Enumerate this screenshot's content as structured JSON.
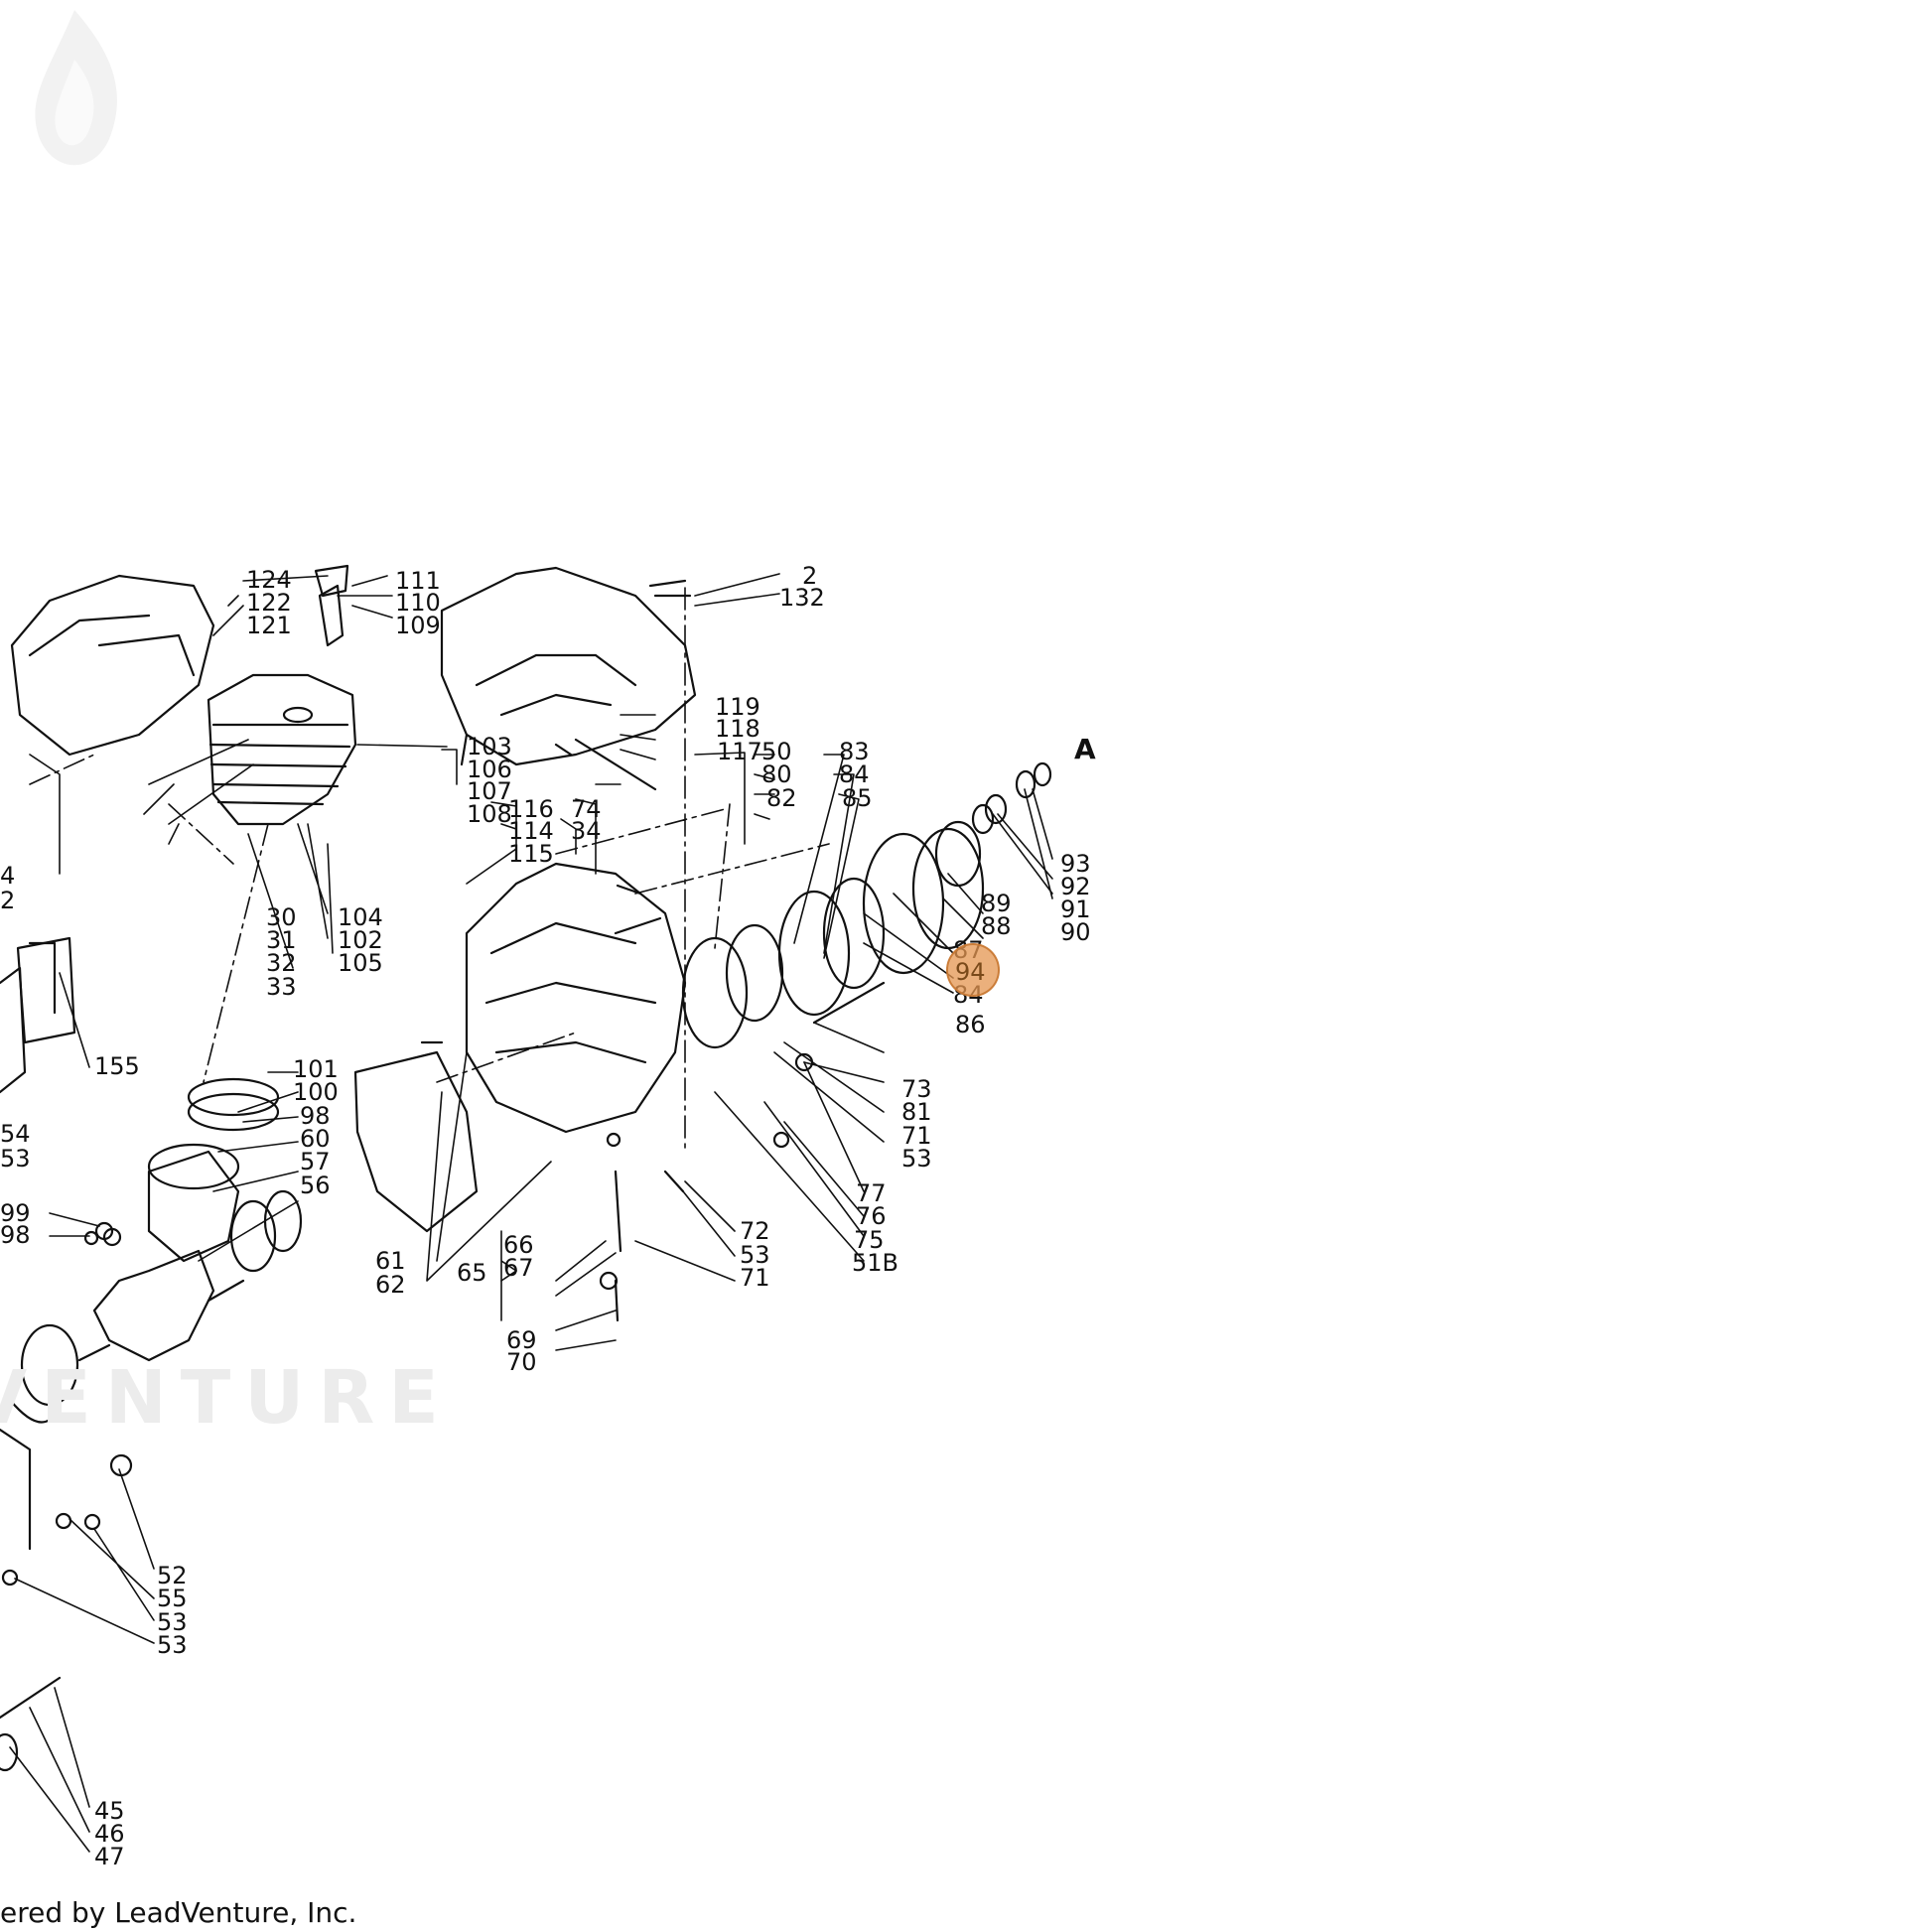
{
  "diagram": {
    "callout_letter": "A",
    "highlighted_part": "94",
    "watermark_text": "VENTURE",
    "footer_text": "ered by LeadVenture, Inc.",
    "part_labels": [
      "124",
      "122",
      "121",
      "111",
      "110",
      "109",
      "2",
      "132",
      "103",
      "106",
      "107",
      "108",
      "119",
      "118",
      "117",
      "50",
      "80",
      "82",
      "83",
      "84",
      "85",
      "116",
      "114",
      "115",
      "74",
      "34",
      "93",
      "92",
      "91",
      "90",
      "89",
      "88",
      "87",
      "94",
      "84",
      "86",
      "30",
      "31",
      "32",
      "33",
      "104",
      "102",
      "105",
      "4",
      "2",
      "155",
      "101",
      "100",
      "98",
      "60",
      "57",
      "56",
      "54",
      "53",
      "99",
      "98",
      "73",
      "81",
      "71",
      "53",
      "77",
      "76",
      "75",
      "51B",
      "72",
      "53",
      "71",
      "61",
      "62",
      "65",
      "66",
      "67",
      "69",
      "70",
      "52",
      "55",
      "53",
      "53",
      "45",
      "46",
      "47"
    ]
  }
}
